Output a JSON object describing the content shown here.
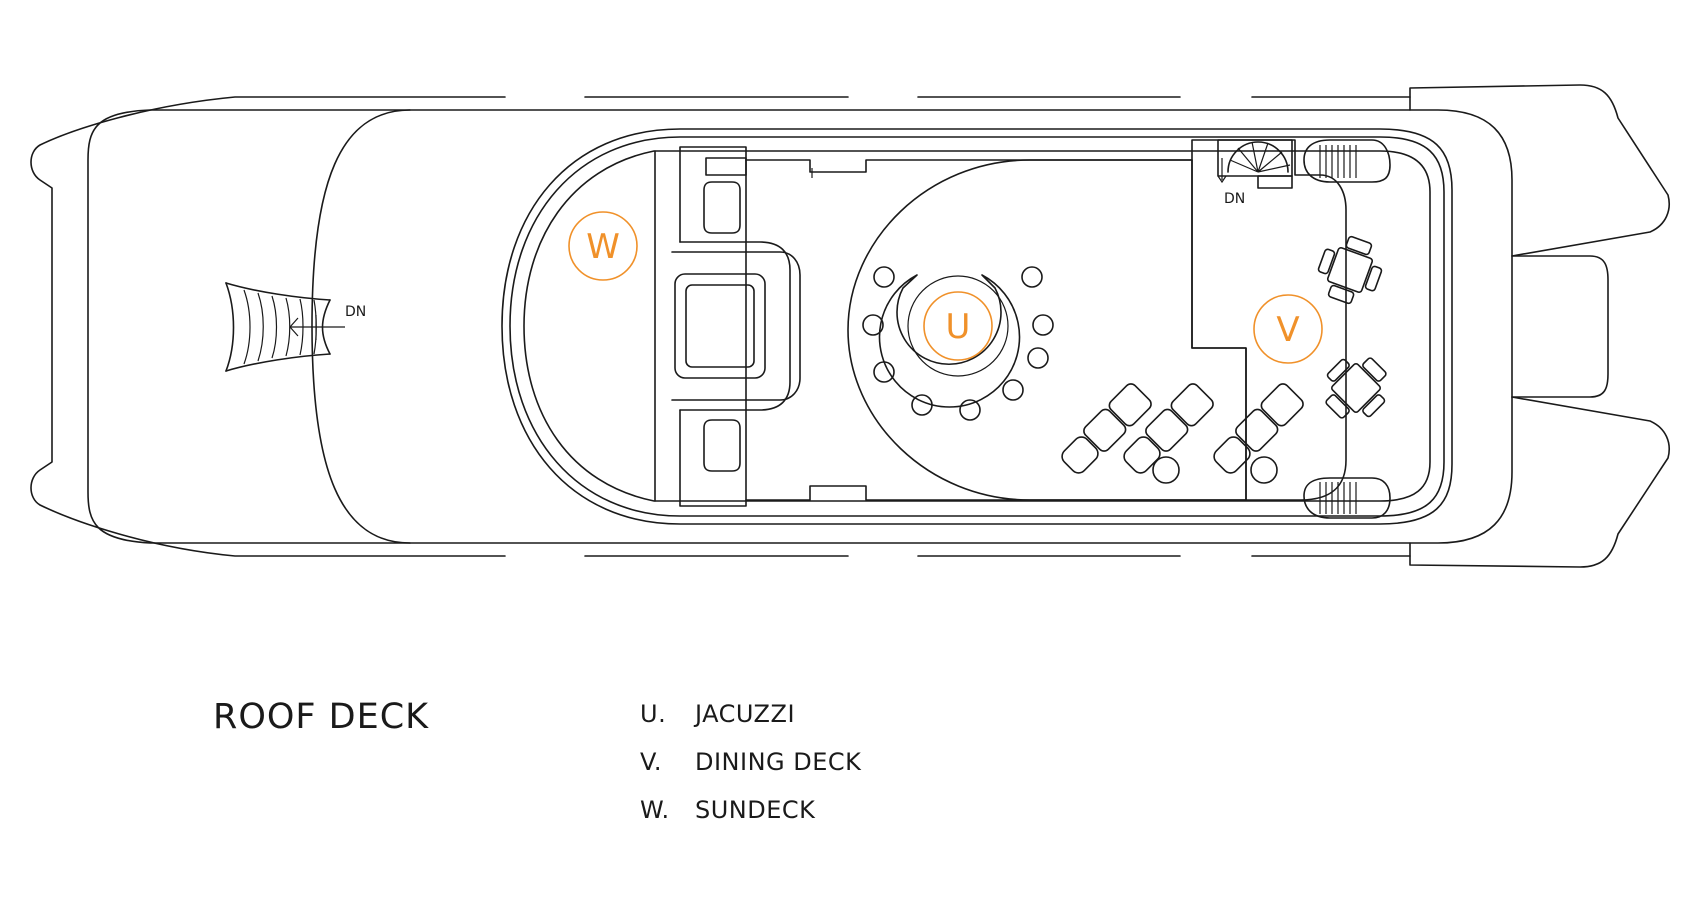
{
  "title": "ROOF DECK",
  "colors": {
    "accent": "#f0912a",
    "line": "#1a1a1a"
  },
  "zones": [
    {
      "code": "U",
      "label": "U"
    },
    {
      "code": "V",
      "label": "V"
    },
    {
      "code": "W",
      "label": "W"
    }
  ],
  "stair_labels": {
    "forward": "DN",
    "aft": "DN"
  },
  "legend": [
    {
      "code": "U.",
      "name": "JACUZZI"
    },
    {
      "code": "V.",
      "name": "DINING DECK"
    },
    {
      "code": "W.",
      "name": "SUNDECK"
    }
  ]
}
